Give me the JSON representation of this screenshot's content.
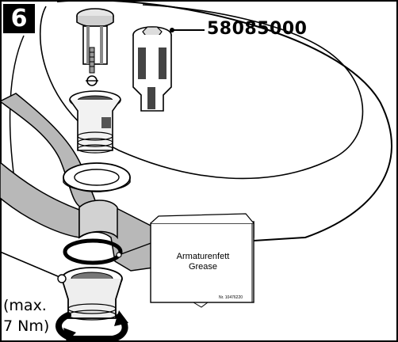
{
  "step": {
    "number": "6"
  },
  "part": {
    "number": "58085000"
  },
  "torque": {
    "line1": "(max.",
    "line2": "7 Nm)"
  },
  "grease_card": {
    "line1": "Armaturenfett",
    "line2": "Grease",
    "code": "Nr. 10476220"
  },
  "icons": {
    "rotation": "rotate-arrows-icon"
  }
}
